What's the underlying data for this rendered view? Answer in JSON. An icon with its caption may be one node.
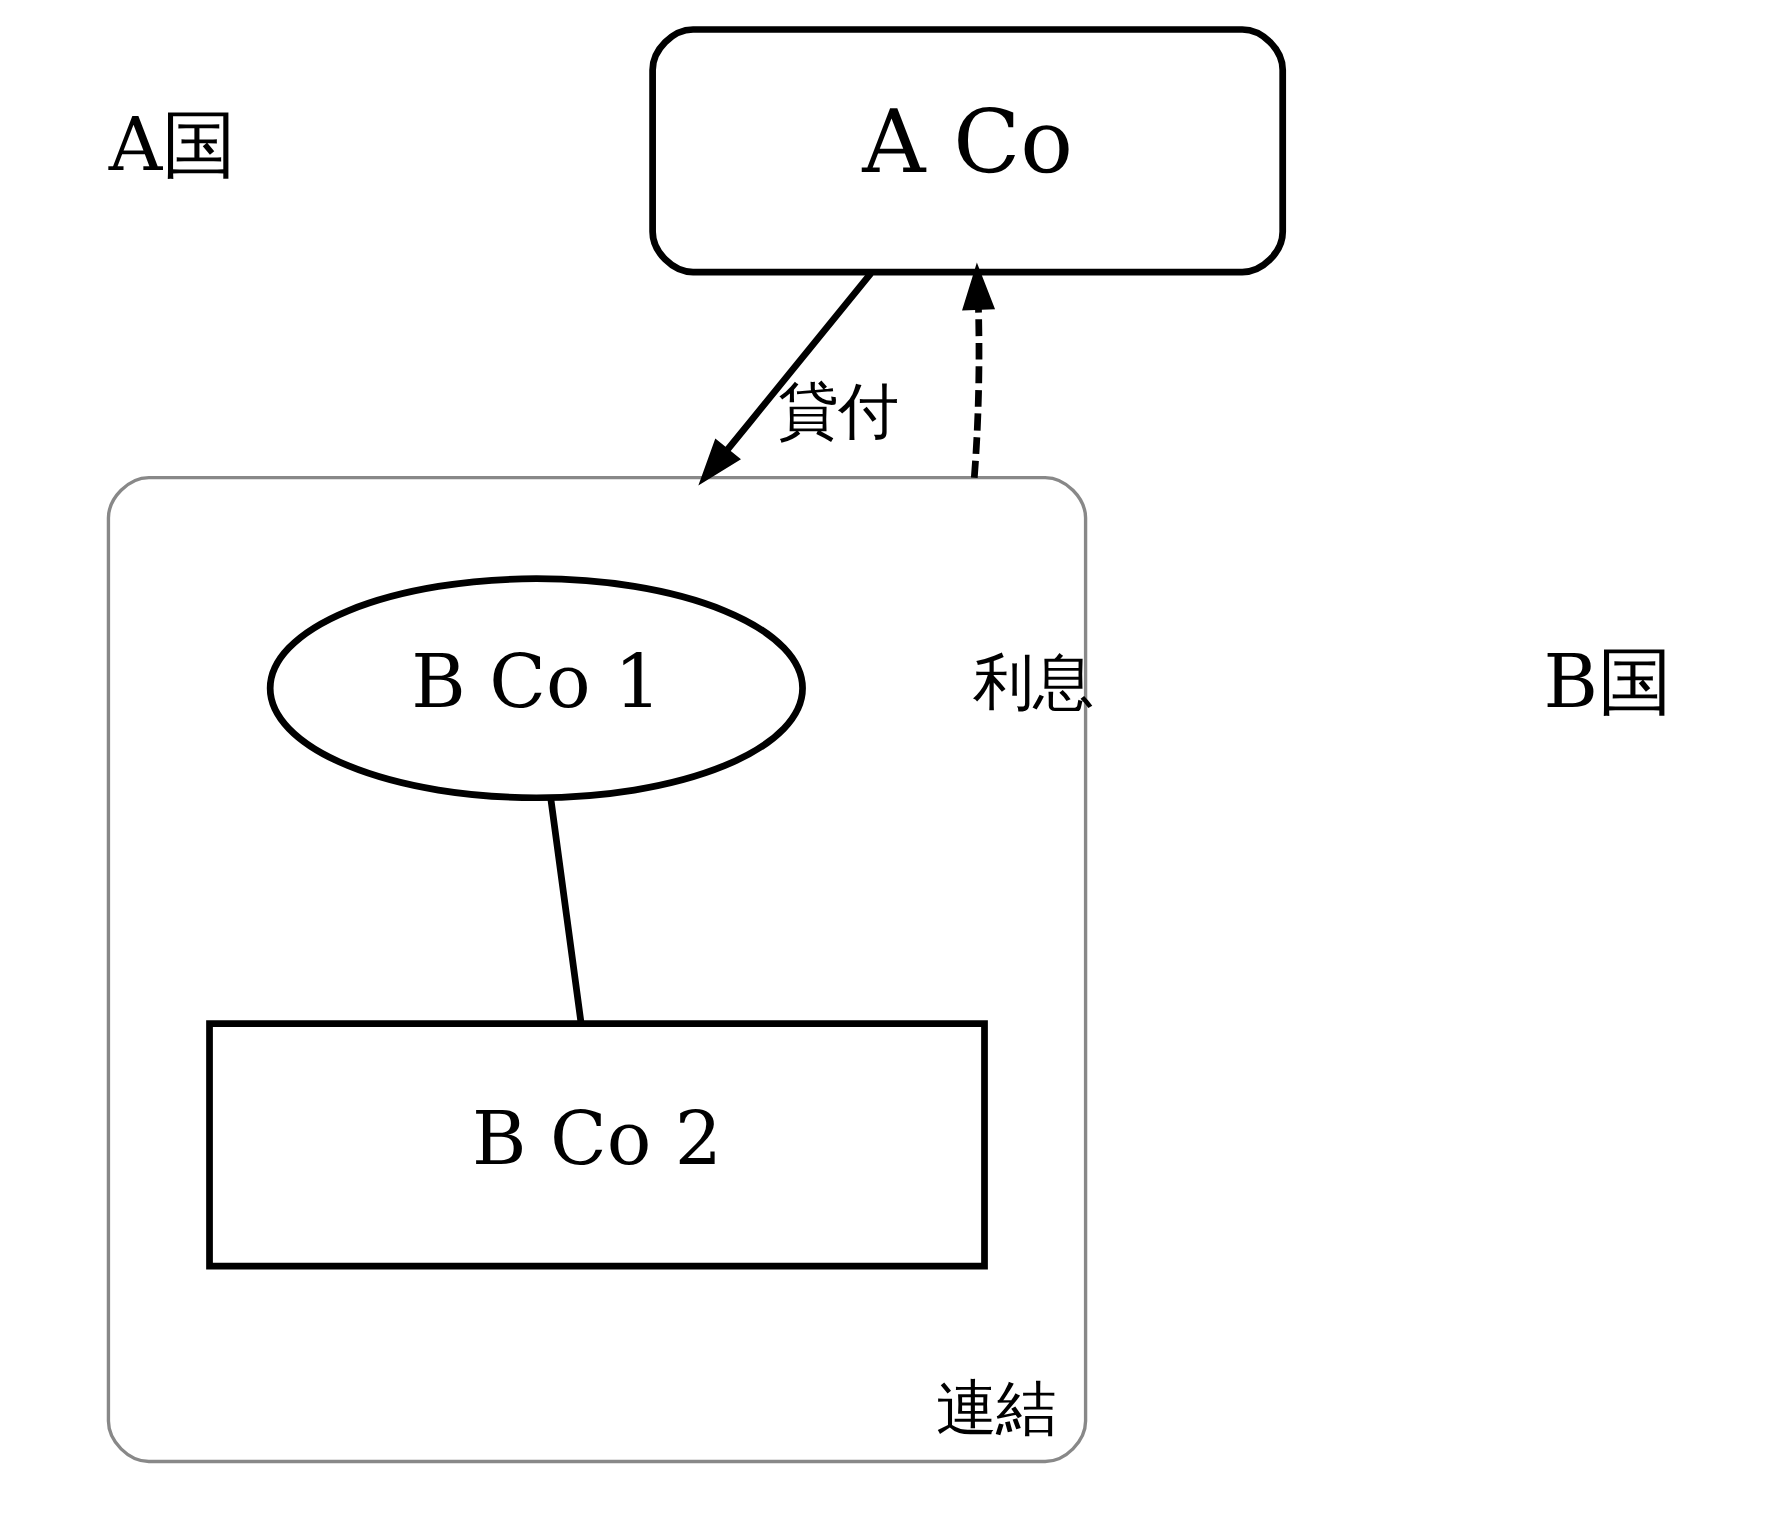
{
  "diagram": {
    "nodes": [
      {
        "text": [
          "A Co"
        ]
      },
      {
        "text": [
          "連結"
        ]
      },
      {
        "text": [
          "B Co 1"
        ],
        "in": 1
      },
      {
        "text": [
          "B Co 2"
        ],
        "in": 1
      }
    ],
    "edges": [
      {
        "from": 0,
        "to": 1,
        "arrow": "to",
        "label": "貸付"
      },
      {
        "from": 1,
        "to": 0,
        "arrow": "to",
        "label": "利息",
        "style": "dashed"
      },
      {
        "from": 2,
        "to": 3,
        "arrow": "none"
      }
    ],
    "labels": [
      "A国",
      "B国"
    ]
  }
}
